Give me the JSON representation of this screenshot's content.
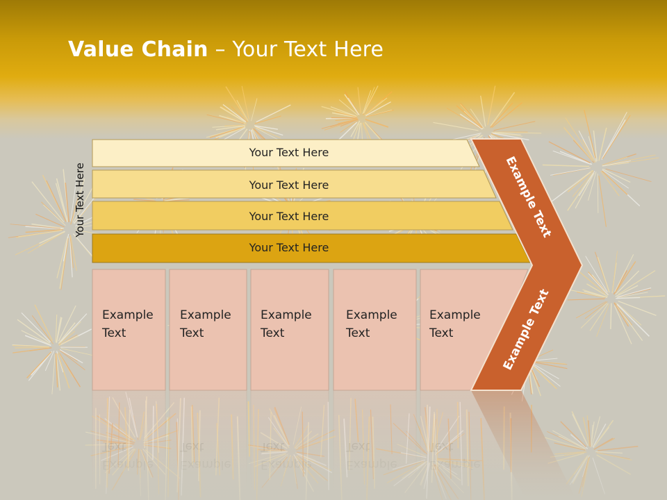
{
  "title": {
    "bold": "Value Chain",
    "rest": " – Your Text Here"
  },
  "side_label": "Your Text Here",
  "rows": [
    {
      "label": "Your Text Here",
      "color": "#fcefc6"
    },
    {
      "label": "Your Text Here",
      "color": "#f7dd8e"
    },
    {
      "label": "Your Text Here",
      "color": "#f1cd61"
    },
    {
      "label": "Your Text Here",
      "color": "#dca412"
    }
  ],
  "cards": [
    {
      "line1": "Example",
      "line2": "Text"
    },
    {
      "line1": "Example",
      "line2": "Text"
    },
    {
      "line1": "Example",
      "line2": "Text"
    },
    {
      "line1": "Example",
      "line2": "Text"
    },
    {
      "line1": "Example",
      "line2": "Text"
    }
  ],
  "chevron": {
    "upper": "Example Text",
    "lower": "Example Text",
    "color": "#c9612d"
  },
  "colors": {
    "card_fill": "#ebc2b0",
    "card_stroke": "#c4a595",
    "header_gold": "#e0ac10",
    "background": "#cbc8bc"
  }
}
